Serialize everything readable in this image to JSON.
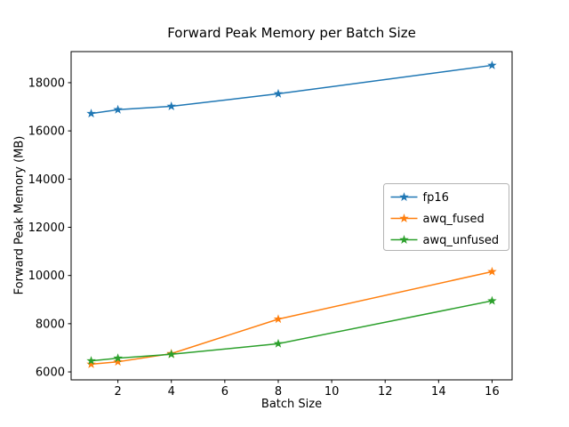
{
  "figure": {
    "title": "Forward Peak Memory per Batch Size",
    "xlabel": "Batch Size",
    "ylabel": "Forward Peak Memory (MB)"
  },
  "chart_data": {
    "type": "line",
    "title": "Forward Peak Memory per Batch Size",
    "xlabel": "Batch Size",
    "ylabel": "Forward Peak Memory (MB)",
    "marker": "star",
    "grid": false,
    "legend_position": "center right",
    "x": [
      1,
      2,
      4,
      8,
      16
    ],
    "series": [
      {
        "name": "fp16",
        "color": "#1f77b4",
        "values": [
          16720,
          16880,
          17020,
          17540,
          18720
        ]
      },
      {
        "name": "awq_fused",
        "color": "#ff7f0e",
        "values": [
          6320,
          6420,
          6760,
          8190,
          10160
        ]
      },
      {
        "name": "awq_unfused",
        "color": "#2ca02c",
        "values": [
          6460,
          6570,
          6730,
          7170,
          8950
        ]
      }
    ],
    "xlim": [
      0.25,
      16.75
    ],
    "ylim": [
      5670,
      19290
    ],
    "xticks": [
      2,
      4,
      6,
      8,
      10,
      12,
      14,
      16
    ],
    "yticks": [
      6000,
      8000,
      10000,
      12000,
      14000,
      16000,
      18000
    ]
  }
}
